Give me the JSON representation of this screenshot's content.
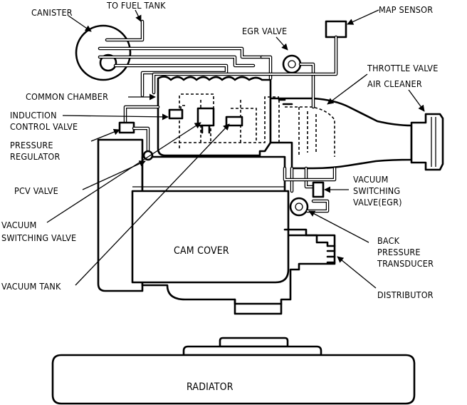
{
  "labels": {
    "canister": "CANISTER",
    "to_fuel_tank": "TO FUEL TANK",
    "map_sensor": "MAP SENSOR",
    "egr_valve": "EGR VALVE",
    "throttle_valve": "THROTTLE VALVE",
    "air_cleaner": "AIR CLEANER",
    "common_chamber": "COMMON CHAMBER",
    "induction_line1": "INDUCTION",
    "induction_line2": "CONTROL VALVE",
    "pressure_line1": "PRESSURE",
    "pressure_line2": "REGULATOR",
    "pcv_valve": "PCV VALVE",
    "vsv_line1": "VACUUM",
    "vsv_line2": "SWITCHING VALVE",
    "vacuum_tank": "VACUUM TANK",
    "vsv_egr_line1": "VACUUM",
    "vsv_egr_line2": "SWITCHING",
    "vsv_egr_line3": "VALVE(EGR)",
    "bpt_line1": "BACK",
    "bpt_line2": "PRESSURE",
    "bpt_line3": "TRANSDUCER",
    "distributor": "DISTRIBUTOR",
    "cam_cover": "CAM COVER",
    "radiator": "RADIATOR"
  }
}
